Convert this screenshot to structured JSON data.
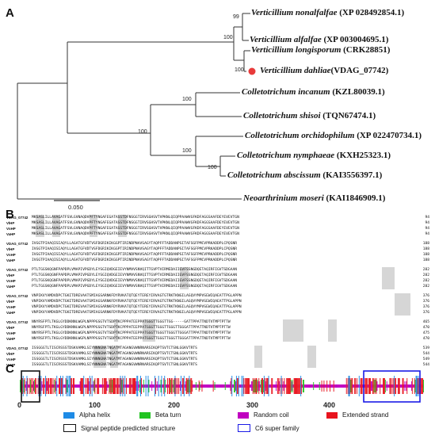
{
  "panel_a": {
    "letter": "A",
    "taxa": [
      {
        "genus_species": "Verticillium nonalfalfae",
        "accession": "(XP 028492854.1)"
      },
      {
        "genus_species": "Verticillium alfalfae",
        "accession": "(XP 003004695.1)"
      },
      {
        "genus_species": "Verticillium longisporum",
        "accession": "(CRK28851)"
      },
      {
        "genus_species": "Verticillium dahliae",
        "accession": "(VDAG_07742)"
      },
      {
        "genus_species": "Colletotrichum incanum",
        "accession": "(KZL80039.1)"
      },
      {
        "genus_species": "Colletotrichum shisoi",
        "accession": "(TQN67474.1)"
      },
      {
        "genus_species": "Colletotrichum orchidophilum",
        "accession": "(XP 022470734.1)"
      },
      {
        "genus_species": "Colletotrichum nymphaeae",
        "accession": "(KXH25323.1)"
      },
      {
        "genus_species": "Colletotrichum abscissum",
        "accession": "(KAI3556397.1)"
      },
      {
        "genus_species": "Neoarthrinium moseri",
        "accession": "(KAI1846909.1)"
      }
    ],
    "bootstrap": [
      "99",
      "100",
      "100",
      "100",
      "100",
      "100",
      "100",
      "100"
    ],
    "scale_bar_label": "0.050",
    "highlight_color": "#e83a3a"
  },
  "panel_b": {
    "letter": "B",
    "blocks": [
      {
        "rows": [
          {
            "name": "VDAG_07742",
            "seq": "MKSASLILLAVAGATFSVLGVNAQDVPFTYNGAFEGATASSTDFNSGGTIRVSGHSVTVPKNLQIQPPAAWVGFKDFAGGSAAFDEYEVEVTGN",
            "end": "94"
          },
          {
            "name": "VlHP",
            "seq": "MKSASLILLAVAGATFSVLGVNAQDVPFTYNGAFEGATASSTDFNSGGTIRVSGHSVTVPKNLQIQPPAAWVGFKDFAGGSAAFDEYEVEVTGN",
            "end": "94"
          },
          {
            "name": "VnHP",
            "seq": "MKSASLILLAVAGATFSVLGVNAQDVPFTYNGAFEGATASSTDFNSGGTIRVSGHSVTVPKNLQIQPPAAWVGFKDFAGGSAAFDEYEVEVTGN",
            "end": "94"
          },
          {
            "name": "VaHP",
            "seq": "MKSASLILLAVAGATFSVLGVNAQDVPFTYNGAFEGATASSTDFNSGGTIRVSGHSVTVPKNLQIQPPAAWVGFKDFAGGSAAFDEYEVEVTGN",
            "end": "94"
          }
        ]
      },
      {
        "rows": [
          {
            "name": "VDAG_07742",
            "seq": "IVGGTPIAAQISIAQYLLAGATGFVDTVSFDGRIKIKGGPTIRINDPNAVSAGYTAQPFFTADDANPSITAFSGFPMCVPRKADDPLCPQSNR",
            "end": "188"
          },
          {
            "name": "VlHP",
            "seq": "IVGGTPIAAQISIAQYLLAGATGFVDTVSFDGRIKIKGGPTIRINDPNAVSAGYTAQPFFTADDANPSITAFSGFPMCVPRKADDPLCPQSNR",
            "end": "188"
          },
          {
            "name": "VnHP",
            "seq": "IVGGTPIAAQISIAQYLLAGATGFVDTVSFDGRIKIKGGPTIRINDPNAVSAGYTAQPFFTADDANPSITAFSGFPMCVPRKADDPLCPQSNR",
            "end": "188"
          },
          {
            "name": "VaHP",
            "seq": "IVGGTPIAAQISIAQYLLAGATGFVDTVSFDGRIKIKGGPTIRINDPNAVSAGYTAQPFFTADDANPSITAFSGFPMCVPRKADDPLCPQSNR",
            "end": "188"
          }
        ]
      },
      {
        "rows": [
          {
            "name": "VDAG_07742",
            "seq": "PTLTGGSKQGNFPAPDPLVMAPIVPGDYLEYSGIQVDGEIEVYNMVVSNVQITTGVPTVIRMEDAIIGVFSSNGDQETAQIRFIGVTSDGAAN",
            "end": "282"
          },
          {
            "name": "VlHP",
            "seq": "PTLTGGSKQGNFPAPDPLVMAPIVPGDYLEYSGIQVDGEIEVYNMVVSNVQITTGVPTVIRMEDAIIGVFSSNGDQETAQIRFIGVTSDGAAN",
            "end": "282"
          },
          {
            "name": "VnHP",
            "seq": "PTLTGGSKQGNFPAPDPLVMAPIVPGDYLEYSGIQVDGEIEVYNMVVSNVQITTGVPTVIRMEDAIIGVFSSNGDQETAQIRFIGVTSDGAAN",
            "end": "282"
          },
          {
            "name": "VaHP",
            "seq": "PTLTGGSKQGNFPAPDPLVMAPIVPGDYLEYSGIQVDGEIEVYNMVVSNVQITTGVPTVIRMEDAIIGVFSSNGDQETAQIRFIGVTSDGAAN",
            "end": "282"
          }
        ]
      },
      {
        "rows": [
          {
            "name": "VDAG_07742",
            "seq": "VNPIKVYAMDVDPCTGKITDREVAATSMIAGSARNKFDYRVKATQTQEYTEREYIRVAGTGTRKTKNGILAGQVYMPVSEWIQAEATTPGLAPPN",
            "end": "376"
          },
          {
            "name": "VlHP",
            "seq": "VNPIKVYAMDVDPCTGKITDREVAATSMIAGSARNKFDYRVKATQTQEYTEREYIRVAGTGTRKTKNGILAGQVYMPVSEWIQAEATTPGLAPPN",
            "end": "376"
          },
          {
            "name": "VnHP",
            "seq": "VNPIKVYAMDVDPCTGKITDREVAATSMIAGSARNKFDYRVKATQTQEYTEREYIRVAGTGTRKTKNGILAGQVYMPVSEWIQAEATTPGLAPPN",
            "end": "376"
          },
          {
            "name": "VaHP",
            "seq": "VNPIKVYAMDVDPCTGKITDREVAATSMIAGSARNKFDYRVKATQTQEYTEREYIRVAGTGTRKTKNGILAGQVYMPVSEWIQAEATTPGLAPPN",
            "end": "376"
          }
        ]
      },
      {
        "rows": [
          {
            "name": "VDAG_07742",
            "seq": "NNYRSFPTLTKGLGYDDKNNLWGPLNPPPGSGTVTSDPTKCPPPATEEPPATGGGTTGGGTTGG-----GATTPPATTNDTVTMPTPTTW",
            "end": "465"
          },
          {
            "name": "VlHP",
            "seq": "NNYRSFPTLTKGLGYDDKNNLWGPLNPPPGSGTVTSDPTKCPPPATEEPPATGGGTTGGGTTGGGTTGGGATTPPATTNDTVTMPTPTTW",
            "end": "470"
          },
          {
            "name": "VnHP",
            "seq": "NNYRSFPTLTKGLGYDDKNNLWGPLNPPPGSGTVTSDPTKCPPPATEEPPATGGGTTGGGTTGGGTTGGGATTPPATTNDTVTMPTPTTW",
            "end": "475"
          },
          {
            "name": "VaHP",
            "seq": "NNYRSFPTLTKGLGYDDKNNLWGPLNPPPGSGTVTSDPTKCPPPATEEPPATGGGTTGGGTTGGGTTGGGATTPPATTNDTVTMPTPTTW",
            "end": "470"
          }
        ]
      },
      {
        "rows": [
          {
            "name": "VDAG_07742",
            "seq": "ISSGGGTLTISCRSSSTDSKVAMKLSIYNNNGNATNGATMTAGANGVWNRNARSIKQPTSVTCTSNLGGKVTRTS",
            "end": "539"
          },
          {
            "name": "VlHP",
            "seq": "ISSGGGTLTISCRSSSTDSKVAMKLSIYNNNGNATNGATMTAGANGVWNRNARSIKQPTSVTCTSNLGGKVTRTS",
            "end": "544"
          },
          {
            "name": "VnHP",
            "seq": "ISSGGGTLTISCRSSSTDSKVAMKLSIYNNNGNATNGATMTAGANGVWNRNARSIKQPTSVTCTSNLGGKVTRTS",
            "end": "549"
          },
          {
            "name": "VaHP",
            "seq": "ISSGGGTLTISCRSSSTDSKVAMKLSIYNNNGNATNGATMTAGANGVWNRNARSIKQPTSVTCTSNLGGKVTRTS",
            "end": "544"
          }
        ]
      }
    ]
  },
  "panel_c": {
    "letter": "C",
    "axis_ticks": [
      "0",
      "100",
      "200",
      "300",
      "400"
    ],
    "legend": [
      {
        "label": "Alpha helix",
        "color": "#1e8be6"
      },
      {
        "label": "Beta turn",
        "color": "#22c422"
      },
      {
        "label": "Random coil",
        "color": "#c000c0"
      },
      {
        "label": "Extended strand",
        "color": "#e8141e"
      }
    ],
    "box_legend": [
      {
        "label": "Signal peptide predicted structure",
        "color": "#111111"
      },
      {
        "label": "C6 super family",
        "color": "#1a1ae6"
      }
    ]
  }
}
